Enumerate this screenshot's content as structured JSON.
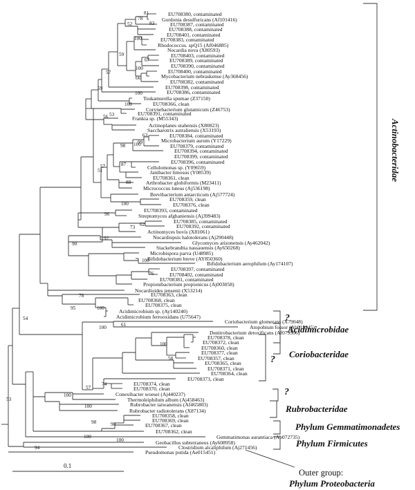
{
  "leaves": [
    {
      "id": "L0",
      "label": "EU708380, contaminated"
    },
    {
      "id": "L1",
      "label": "Gordonia desulfuricans (Af101416)"
    },
    {
      "id": "L2",
      "label": "EU708387, contaminated"
    },
    {
      "id": "L3",
      "label": "EU708388, contaminated"
    },
    {
      "id": "L4",
      "label": "EU708401, contaminated"
    },
    {
      "id": "L5",
      "label": "EU708383, contaminated"
    },
    {
      "id": "L6",
      "label": "Rhodococcus. spQ15 (Af046885)"
    },
    {
      "id": "L7",
      "label": "Nocardia nova (X80593)"
    },
    {
      "id": "L8",
      "label": "EU708403, contaminated"
    },
    {
      "id": "L9",
      "label": "EU708389, contaminated"
    },
    {
      "id": "L10",
      "label": "EU708390, contaminated"
    },
    {
      "id": "L11",
      "label": "EU708400, contaminated"
    },
    {
      "id": "L12",
      "label": "Mycobacterium nebraskense (Ay368456)"
    },
    {
      "id": "L13",
      "label": "EU708382, contaminated"
    },
    {
      "id": "L14",
      "label": "EU708398, contaminated"
    },
    {
      "id": "L15",
      "label": "EU708386, contaminated"
    },
    {
      "id": "L16",
      "label": "Tsukamurella spumae (Z37150)"
    },
    {
      "id": "L17",
      "label": "EU708366, clean"
    },
    {
      "id": "L18",
      "label": "Corynebacterium glutamicum (Z46753)"
    },
    {
      "id": "L19",
      "label": "EU708391, contaminated"
    },
    {
      "id": "L20",
      "label": "Frankia sp. (M55343)"
    },
    {
      "id": "L21",
      "label": "Actinoplanes utahensis (X80823)"
    },
    {
      "id": "L22",
      "label": "Saccharotrix autraliensis (X53193)"
    },
    {
      "id": "L23",
      "label": "EU708384, contaminated"
    },
    {
      "id": "L24",
      "label": "Microbacterium aurum (Y17229)"
    },
    {
      "id": "L25",
      "label": "EU708379, contaminated"
    },
    {
      "id": "L26",
      "label": "EU708394, contaminated"
    },
    {
      "id": "L27",
      "label": "EU708399, contaminated"
    },
    {
      "id": "L28",
      "label": "EU708396, contaminated"
    },
    {
      "id": "L29",
      "label": "Cellulomonas sp. (Y09659)"
    },
    {
      "id": "L30",
      "label": "Janibacter limosus (Y08539)"
    },
    {
      "id": "L31",
      "label": "EU708361, clean"
    },
    {
      "id": "L32",
      "label": "Arthrobacter globiformis (M23411)"
    },
    {
      "id": "L33",
      "label": "Micrococcus luteus (Aj536198)"
    },
    {
      "id": "L34",
      "label": "Brevibacterium antarcticum (Aj577724)"
    },
    {
      "id": "L35",
      "label": "EU708359, clean"
    },
    {
      "id": "L36",
      "label": "EU708376, clean"
    },
    {
      "id": "L37",
      "label": "EU708393, contaminated"
    },
    {
      "id": "L38",
      "label": "Streptomyces afghaniensis (Aj399483)"
    },
    {
      "id": "L39",
      "label": "EU708385, contaminated"
    },
    {
      "id": "L40",
      "label": "EU708392, contaminated"
    },
    {
      "id": "L41",
      "label": "Actinomyces bovis (X81061)"
    },
    {
      "id": "L42",
      "label": "Nocardiopsis halotolerans (Aj290448)"
    },
    {
      "id": "L43",
      "label": "Glycomyces arizonensis (Ay462042)"
    },
    {
      "id": "L44",
      "label": "Stackebrandtia nassauensis (Ay650268)"
    },
    {
      "id": "L45",
      "label": "Microbispora parva (U48985)"
    },
    {
      "id": "L46",
      "label": "Bifidobacterium breve (AY850360)"
    },
    {
      "id": "L47",
      "label": "Bifidobacterium aerophilum (Ay174107)"
    },
    {
      "id": "L48",
      "label": "EU708397, contaminated"
    },
    {
      "id": "L49",
      "label": "EU708402, contaminated"
    },
    {
      "id": "L50",
      "label": "EU708381, contaminated"
    },
    {
      "id": "L51",
      "label": "Propionibacterium propionicus (Aj003058)"
    },
    {
      "id": "L52",
      "label": "Nocardioides jensenii (X53214)"
    },
    {
      "id": "L53",
      "label": "EU708363, clean"
    },
    {
      "id": "L54",
      "label": "EU708368, clean"
    },
    {
      "id": "L55",
      "label": "EU708375, clean"
    },
    {
      "id": "L56",
      "label": "Acidimicrobium sp. (Ay140240)"
    },
    {
      "id": "L57",
      "label": "Acidimicrobium ferrooxidans (U75647)"
    },
    {
      "id": "L58",
      "label": "Coriobacterium glomerans (X79048)"
    },
    {
      "id": "L59",
      "label": "Atopobium fossor (Ab015945)"
    },
    {
      "id": "L60",
      "label": "Denitrobacterium detoxificans (Af079506)"
    },
    {
      "id": "L61",
      "label": "EU708378, clean"
    },
    {
      "id": "L62",
      "label": "EU708372, clean"
    },
    {
      "id": "L63",
      "label": "EU708360, clean"
    },
    {
      "id": "L64",
      "label": "EU708377, clean"
    },
    {
      "id": "L65",
      "label": "EU708357, clean"
    },
    {
      "id": "L66",
      "label": "EU708365, clean"
    },
    {
      "id": "L67",
      "label": "EU708371, clean"
    },
    {
      "id": "L68",
      "label": "EU708364, clean"
    },
    {
      "id": "L69",
      "label": "EU708373, clean"
    },
    {
      "id": "L70",
      "label": "EU708374, clean"
    },
    {
      "id": "L71",
      "label": "EU708370, clean"
    },
    {
      "id": "L72",
      "label": "Conexibacter woesei (Aj440237)"
    },
    {
      "id": "L73",
      "label": "Thermoleiphilum album (Aj458463)"
    },
    {
      "id": "L74",
      "label": "Rubrobacter taiwanensis (Af465803)"
    },
    {
      "id": "L75",
      "label": "Rubrobacter radiotolerans (X87134)"
    },
    {
      "id": "L76",
      "label": "EU708358, clean"
    },
    {
      "id": "L77",
      "label": "EU708369, clean"
    },
    {
      "id": "L78",
      "label": "EU708367, clean"
    },
    {
      "id": "L79",
      "label": "EU708362, clean"
    },
    {
      "id": "L80",
      "label": "Gemmatimonas aurantiaca (Ab072735)"
    },
    {
      "id": "L81",
      "label": "Geobacillus subterraneus (Ay608958)"
    },
    {
      "id": "L82",
      "label": "Clostridium alcaliphilum (Aj271456)"
    },
    {
      "id": "L83",
      "label": "Pseudomonas putida (Ae015451)"
    }
  ],
  "bootstrap_values": [
    "81",
    "78",
    "83",
    "52",
    "100",
    "59",
    "67",
    "100",
    "66",
    "57",
    "100",
    "59",
    "100",
    "56",
    "53",
    "63",
    "99",
    "100",
    "98",
    "87",
    "57",
    "51",
    "88",
    "100",
    "96",
    "62",
    "73",
    "92",
    "100",
    "76",
    "90",
    "78",
    "95",
    "100",
    "61",
    "100",
    "58",
    "100",
    "57",
    "74",
    "100",
    "100",
    "98",
    "98",
    "100",
    "100",
    "54",
    "53",
    "94"
  ],
  "groups": [
    {
      "id": "actinobacteridae",
      "label": "Actinobacteridae"
    },
    {
      "id": "acidimicrobidae",
      "label": "Acidimicrobidae"
    },
    {
      "id": "coriobacteridae",
      "label": "Coriobacteridae"
    },
    {
      "id": "rubrobacteridae",
      "label": "Rubrobacteridae"
    },
    {
      "id": "gemmatimonadetes",
      "label": "Phylum Gemmatimonadetes"
    },
    {
      "id": "firmicutes",
      "label": "Phylum Firmicutes"
    }
  ],
  "unknown_mark": "?",
  "outgroup": {
    "line1": "Outer group:",
    "line2": "Phylum  Proteobacteria"
  },
  "scale_bar": {
    "label": "0.1",
    "value": 0.1
  },
  "colors": {
    "ink": "#111111",
    "branch": "#333333",
    "background": "#ffffff"
  }
}
